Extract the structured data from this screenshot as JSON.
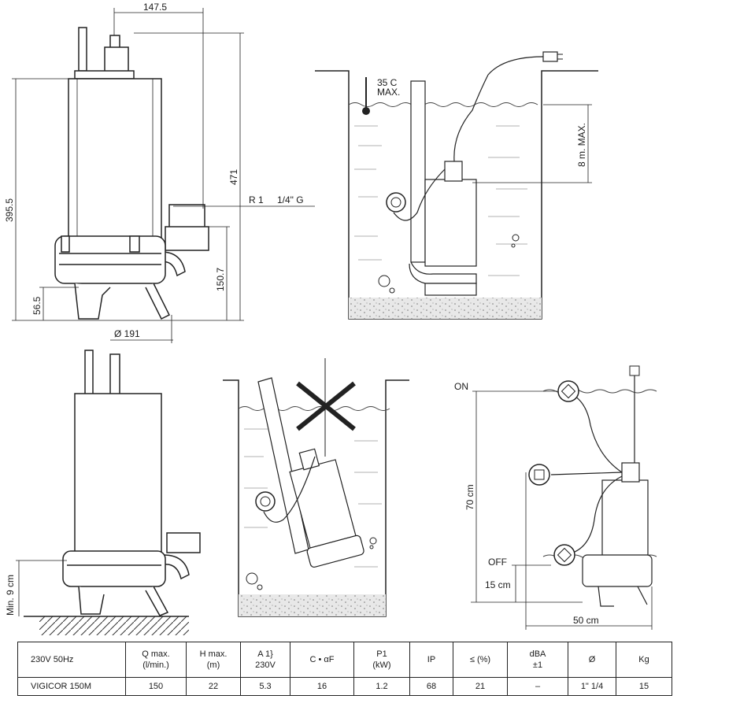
{
  "dimensions": {
    "top_width": "147.5",
    "total_height": "471",
    "body_height": "395.5",
    "outlet_height": "150.7",
    "foot_height": "56.5",
    "base_diameter": "Ø 191",
    "thread": "R 1",
    "thread_size": "1/4\" G"
  },
  "installation": {
    "max_temp": "35 C",
    "max_temp_suffix": "MAX.",
    "max_depth": "8 m. MAX."
  },
  "min_level": "Min. 9 cm",
  "float_switch": {
    "on_label": "ON",
    "off_label": "OFF",
    "range": "70 cm",
    "off_height": "15 cm",
    "width": "50 cm"
  },
  "table": {
    "headers": [
      {
        "l1": "230V 50Hz",
        "l2": ""
      },
      {
        "l1": "Q max.",
        "l2": "(l/min.)"
      },
      {
        "l1": "H max.",
        "l2": "(m)"
      },
      {
        "l1": "A 1}",
        "l2": "230V"
      },
      {
        "l1": "C • αF",
        "l2": ""
      },
      {
        "l1": "P1",
        "l2": "(kW)"
      },
      {
        "l1": "IP",
        "l2": ""
      },
      {
        "l1": "≤ (%)",
        "l2": ""
      },
      {
        "l1": "dBA",
        "l2": "±1"
      },
      {
        "l1": "Ø",
        "l2": ""
      },
      {
        "l1": "Kg",
        "l2": ""
      }
    ],
    "rows": [
      [
        "VIGICOR 150M",
        "150",
        "22",
        "5.3",
        "16",
        "1.2",
        "68",
        "21",
        "–",
        "1\" 1/4",
        "15"
      ]
    ]
  }
}
